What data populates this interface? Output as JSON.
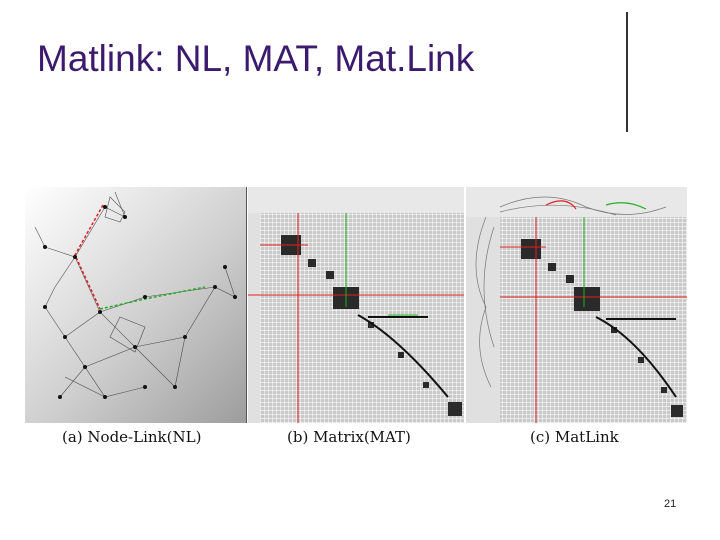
{
  "slide": {
    "title": "Matlink: NL, MAT, Mat.Link",
    "page_number": "21"
  },
  "figure": {
    "captions": {
      "a": "(a) Node-Link(NL)",
      "b": "(b) Matrix(MAT)",
      "c": "(c) MatLink"
    },
    "colors": {
      "title": "#3c1a6e",
      "highlight_red": "#e02020",
      "highlight_green": "#20b020"
    }
  }
}
